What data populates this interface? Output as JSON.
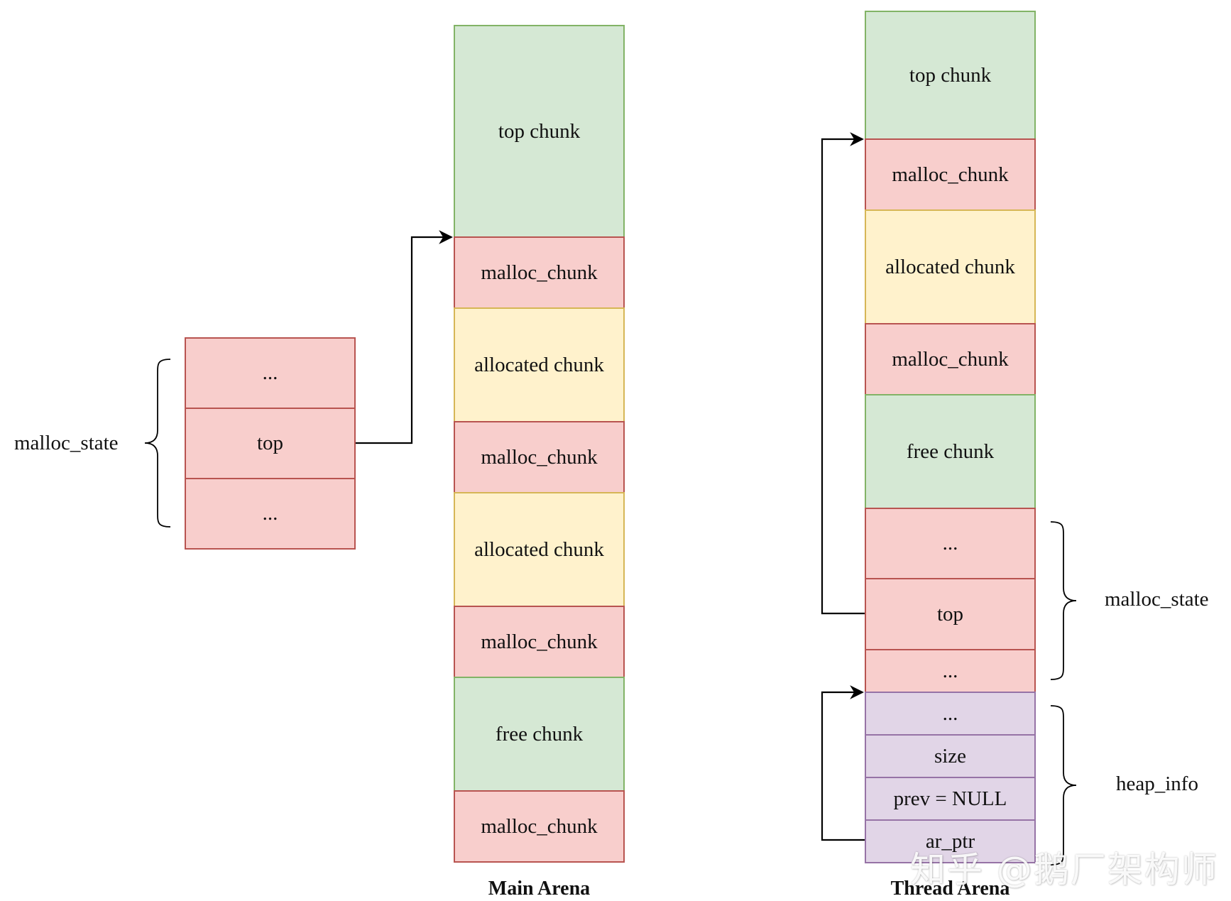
{
  "left_struct": {
    "label": "malloc_state",
    "cells": [
      "...",
      "top",
      "..."
    ]
  },
  "main_arena": {
    "caption": "Main Arena",
    "blocks": [
      "top chunk",
      "malloc_chunk",
      "allocated chunk",
      "malloc_chunk",
      "allocated chunk",
      "malloc_chunk",
      "free chunk",
      "malloc_chunk"
    ]
  },
  "thread_arena": {
    "caption": "Thread Arena",
    "blocks": [
      "top chunk",
      "malloc_chunk",
      "allocated chunk",
      "malloc_chunk",
      "free chunk"
    ],
    "malloc_state": {
      "label": "malloc_state",
      "cells": [
        "...",
        "top",
        "..."
      ]
    },
    "heap_info": {
      "label": "heap_info",
      "cells": [
        "...",
        "size",
        "prev = NULL",
        "ar_ptr"
      ]
    }
  },
  "watermark": "知乎 @鹅厂架构师",
  "colors": {
    "red_fill": "#f8cecc",
    "red_stroke": "#b85450",
    "yellow_fill": "#fff2cc",
    "yellow_stroke": "#d6b656",
    "green_fill": "#d5e8d4",
    "green_stroke": "#82b366",
    "purple_fill": "#e1d5e7",
    "purple_stroke": "#9673a6"
  }
}
